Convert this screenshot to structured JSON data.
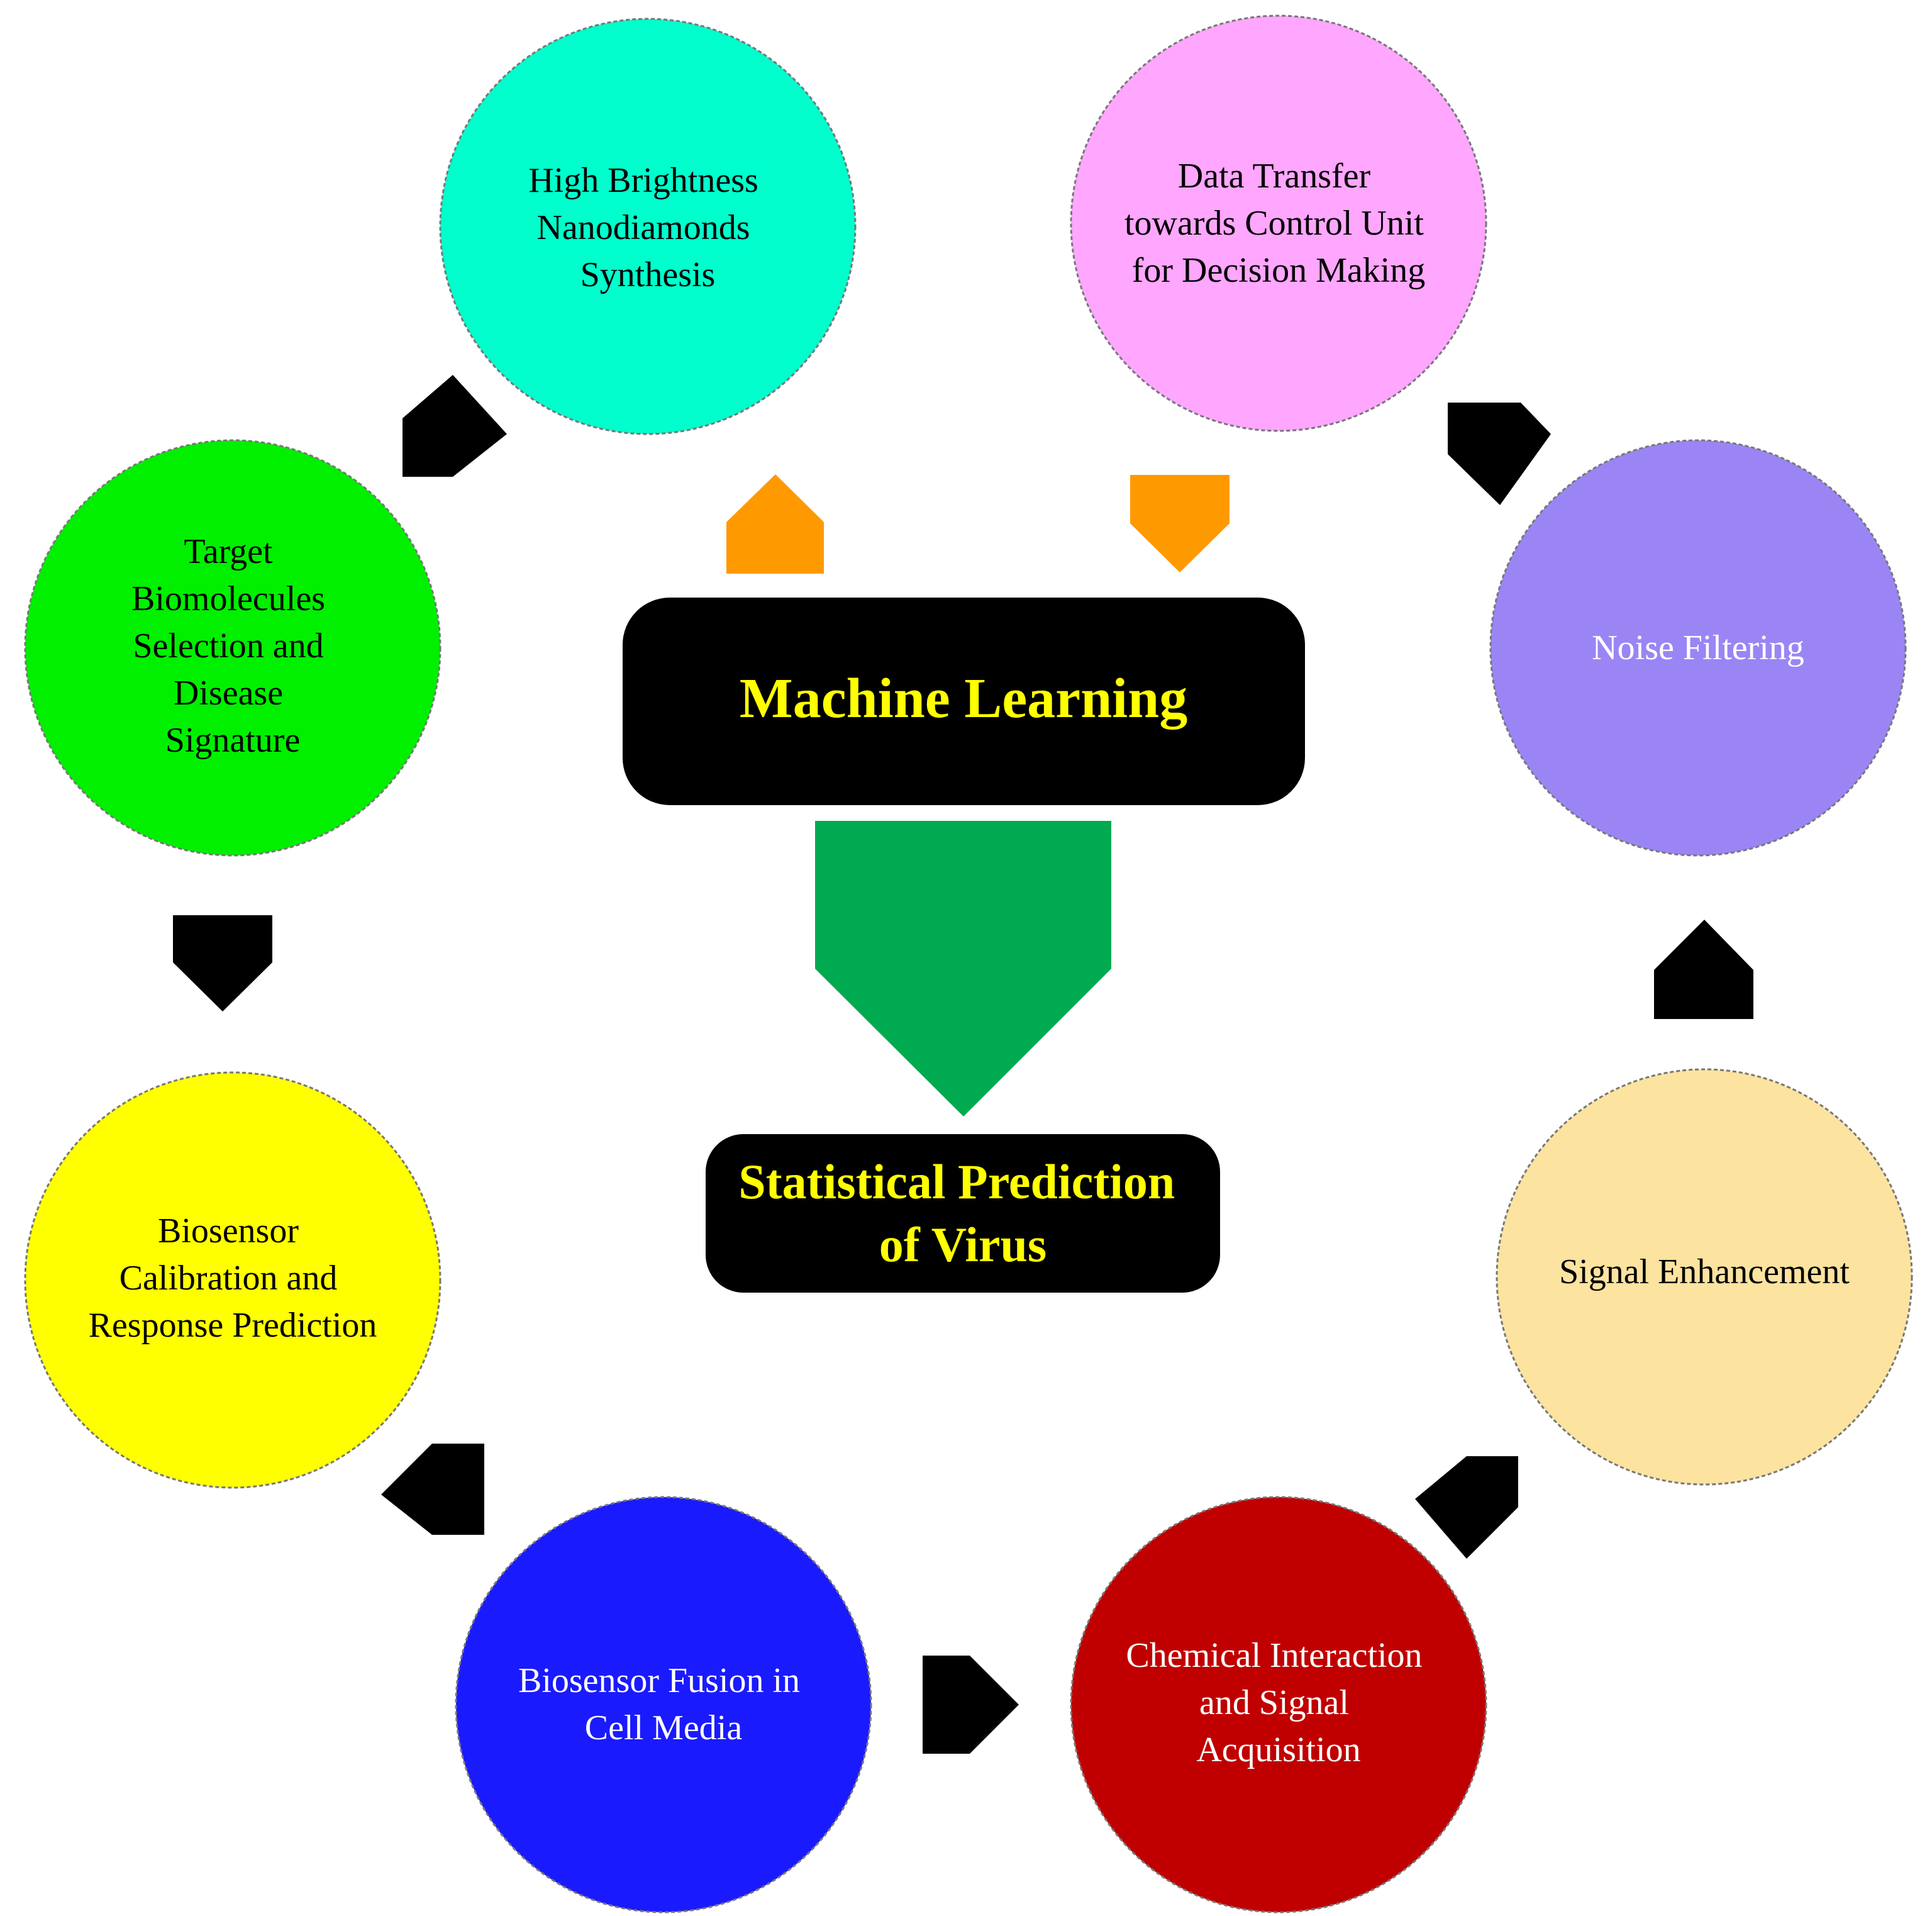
{
  "colors": {
    "arrow_cycle": "#000000",
    "arrow_ml": "#FF9900",
    "arrow_center": "#00AA50",
    "box_fill": "#000000",
    "box_text": "#FFFF00",
    "circle_outline": "#777777"
  },
  "center": {
    "ml_title": "Machine Learning",
    "prediction_line1": "Statistical Prediction",
    "prediction_line2": "of Virus"
  },
  "nodes": [
    {
      "id": "nanodiamonds",
      "fill": "#00FFCC",
      "text_color": "#000000",
      "lines": [
        "High Brightness",
        "Nanodiamonds",
        "Synthesis"
      ]
    },
    {
      "id": "data-transfer",
      "fill": "#FFA6FF",
      "text_color": "#000000",
      "lines": [
        "Data Transfer",
        "towards Control Unit",
        "for Decision Making"
      ]
    },
    {
      "id": "noise-filtering",
      "fill": "#9B85F5",
      "text_color": "#FFFFFF",
      "lines": [
        "Noise Filtering"
      ]
    },
    {
      "id": "signal-enhancement",
      "fill": "#FCE39F",
      "text_color": "#000000",
      "lines": [
        "Signal Enhancement"
      ]
    },
    {
      "id": "chemical-interaction",
      "fill": "#C00000",
      "text_color": "#FFFFFF",
      "lines": [
        "Chemical Interaction",
        "and Signal",
        "Acquisition"
      ]
    },
    {
      "id": "biosensor-fusion",
      "fill": "#1A1AFF",
      "text_color": "#FFFFFF",
      "lines": [
        "Biosensor Fusion in",
        "Cell Media"
      ]
    },
    {
      "id": "biosensor-calibration",
      "fill": "#FFFF00",
      "text_color": "#000000",
      "lines": [
        "Biosensor",
        "Calibration and",
        "Response Prediction"
      ]
    },
    {
      "id": "target-biomolecules",
      "fill": "#00F000",
      "text_color": "#000000",
      "lines": [
        "Target",
        "Biomolecules",
        "Selection and",
        "Disease",
        "Signature"
      ]
    }
  ]
}
